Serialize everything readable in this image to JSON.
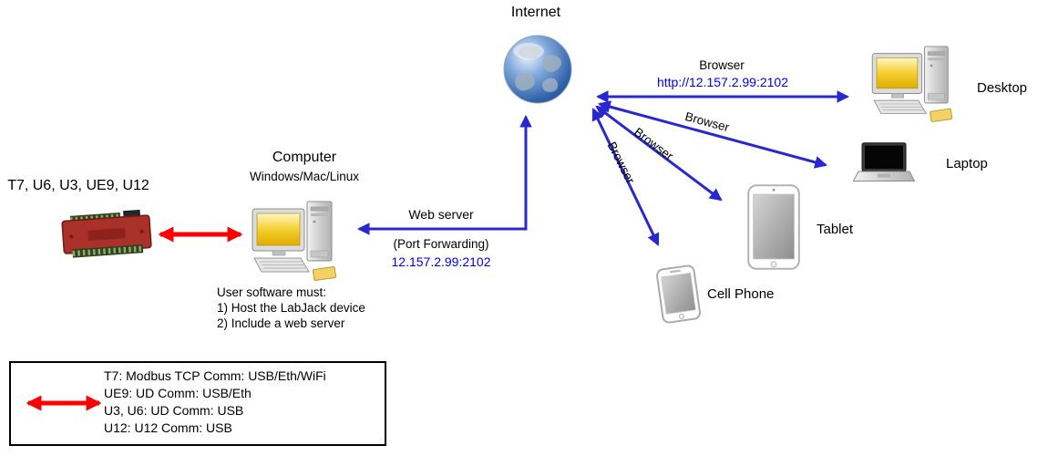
{
  "colors": {
    "arrow_blue": "#2828d0",
    "arrow_red": "#ff0000",
    "link_blue": "#0000ee"
  },
  "nodes": {
    "internet": {
      "label": "Internet"
    },
    "labjack": {
      "label": "T7, U6, U3, UE9, U12"
    },
    "computer": {
      "label": "Computer",
      "sublabel": "Windows/Mac/Linux",
      "notes": [
        "User software must:",
        "1) Host the LabJack device",
        "2) Include a web server"
      ]
    },
    "desktop": {
      "label": "Desktop"
    },
    "laptop": {
      "label": "Laptop"
    },
    "tablet": {
      "label": "Tablet"
    },
    "cellphone": {
      "label": "Cell Phone"
    }
  },
  "connections": {
    "computer_internet": {
      "label": "Web server",
      "sublabel": "(Port Forwarding)",
      "address": "12.157.2.99:2102"
    },
    "internet_desktop": {
      "label": "Browser",
      "url": "http://12.157.2.99:2102"
    },
    "internet_laptop": {
      "label": "Browser"
    },
    "internet_tablet": {
      "label": "Browser"
    },
    "internet_cellphone": {
      "label": "Browser"
    }
  },
  "legend": {
    "lines": [
      "T7: Modbus TCP Comm: USB/Eth/WiFi",
      "UE9: UD Comm: USB/Eth",
      "U3, U6: UD Comm: USB",
      "U12: U12 Comm: USB"
    ]
  }
}
